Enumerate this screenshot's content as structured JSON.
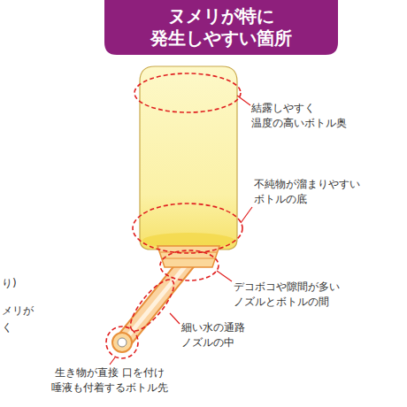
{
  "diagram": {
    "title": "ヌメリが特に 発生しやすい箇所",
    "labels": [
      "結露しやすく 温度の高いボトル奥",
      "不純物が溜まりやすい ボトルの底",
      "デコボコや隙間が多い ノズルとボトルの間",
      "細い水の通路 ノズルの中",
      "生き物が直接 口を付け 唾液も付着するボトル先",
      "り)",
      "メリが",
      "く"
    ]
  }
}
